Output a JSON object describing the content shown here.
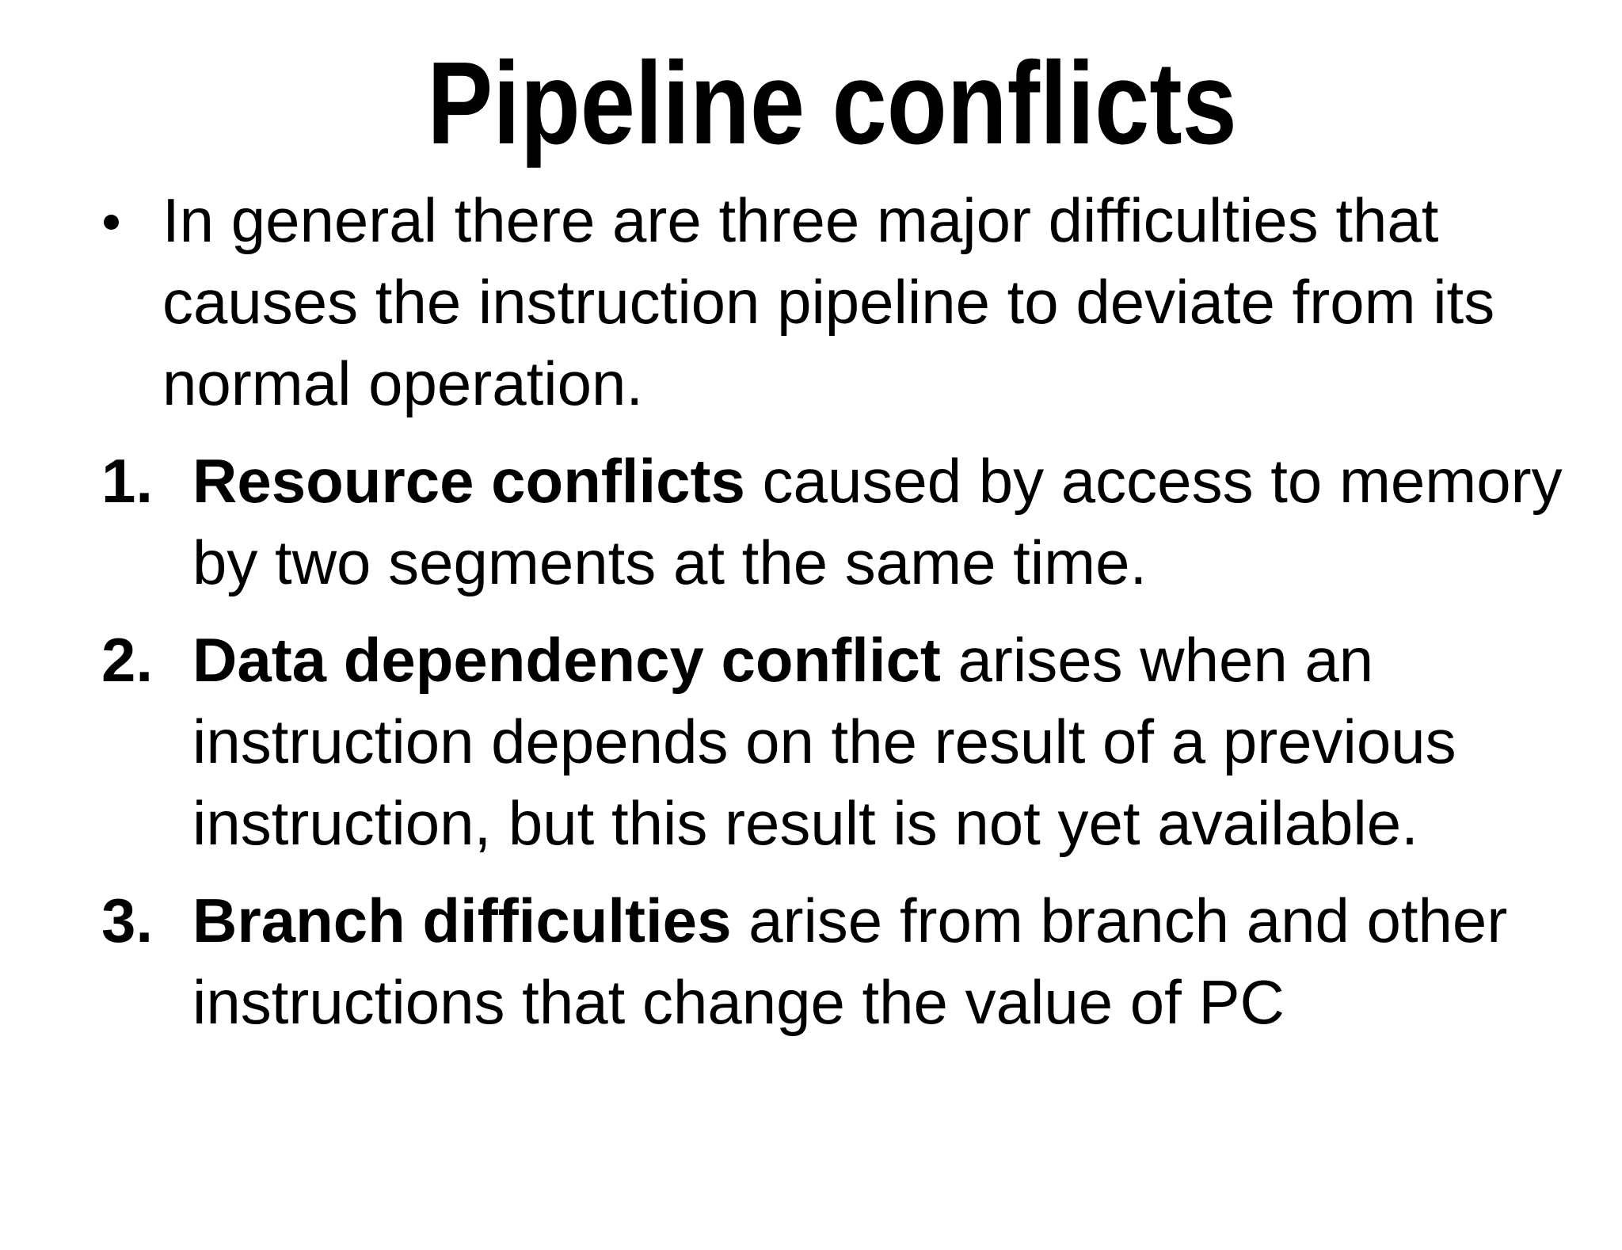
{
  "slide": {
    "background_color": "#ffffff",
    "text_color": "#000000",
    "title": "Pipeline conflicts",
    "intro": {
      "lines": [
        "In general there are three major difficulties that",
        "causes the instruction pipeline to deviate from its",
        "normal operation."
      ]
    },
    "items": [
      {
        "number": "1.",
        "lead": "Resource conflicts",
        "line1_rest": " caused by access to memory",
        "continuation": [
          "by two segments at the same time."
        ]
      },
      {
        "number": "2.",
        "lead": "Data dependency conflict",
        "line1_rest": " arises when an",
        "continuation": [
          "instruction depends on the result of a previous",
          "instruction, but this result is not yet available."
        ]
      },
      {
        "number": "3.",
        "lead": "Branch difficulties",
        "line1_rest": " arise from branch and other",
        "continuation": [
          "instructions that change the value of PC"
        ]
      }
    ]
  }
}
